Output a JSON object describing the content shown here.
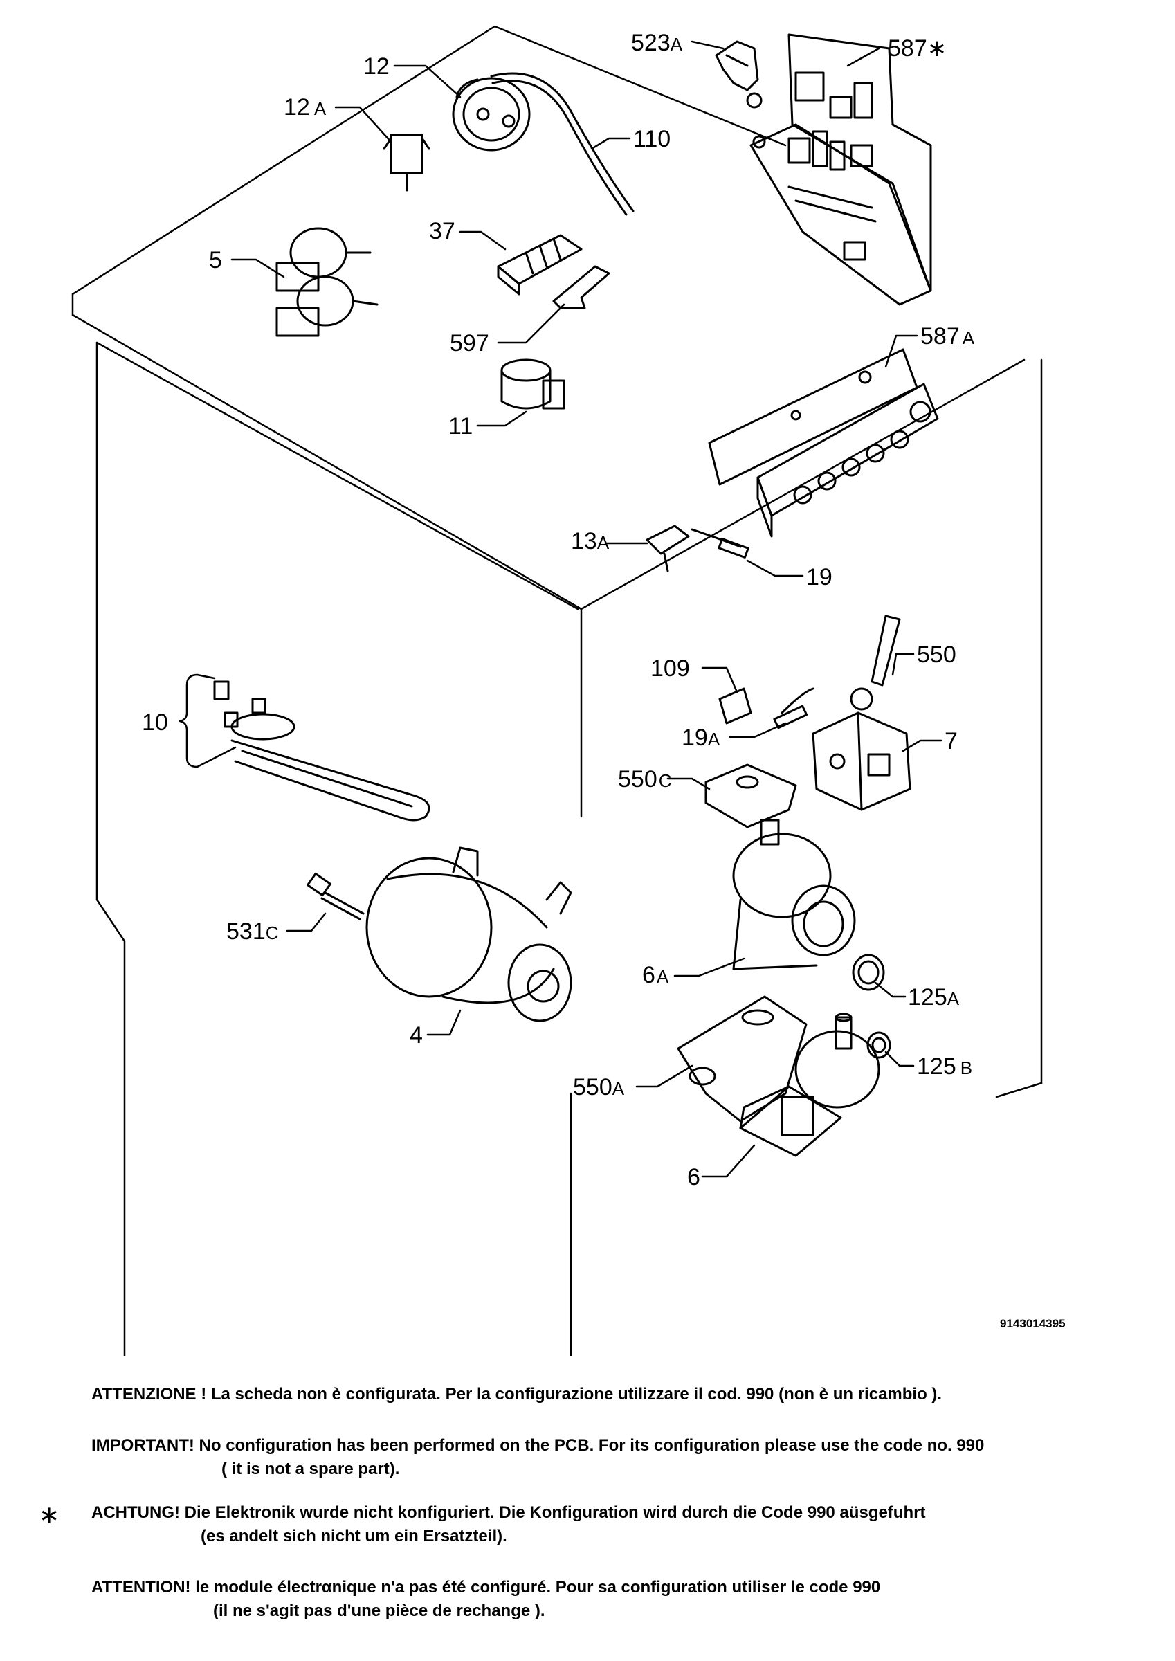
{
  "parts": [
    {
      "id": "p523A",
      "num": "523",
      "suffix": "A"
    },
    {
      "id": "p587star",
      "num": "587",
      "suffix": "∗"
    },
    {
      "id": "p12",
      "num": "12",
      "suffix": ""
    },
    {
      "id": "p12A",
      "num": "12",
      "suffix": "A"
    },
    {
      "id": "p110",
      "num": "110",
      "suffix": ""
    },
    {
      "id": "p37",
      "num": "37",
      "suffix": ""
    },
    {
      "id": "p5",
      "num": "5",
      "suffix": ""
    },
    {
      "id": "p597",
      "num": "597",
      "suffix": ""
    },
    {
      "id": "p587A",
      "num": "587",
      "suffix": "A"
    },
    {
      "id": "p11",
      "num": "11",
      "suffix": ""
    },
    {
      "id": "p13A",
      "num": "13",
      "suffix": "A"
    },
    {
      "id": "p19",
      "num": "19",
      "suffix": ""
    },
    {
      "id": "p109",
      "num": "109",
      "suffix": ""
    },
    {
      "id": "p550",
      "num": "550",
      "suffix": ""
    },
    {
      "id": "p19A",
      "num": "19",
      "suffix": "A"
    },
    {
      "id": "p10",
      "num": "10",
      "suffix": ""
    },
    {
      "id": "p7",
      "num": "7",
      "suffix": ""
    },
    {
      "id": "p550C",
      "num": "550",
      "suffix": "C"
    },
    {
      "id": "p531C",
      "num": "531",
      "suffix": "C"
    },
    {
      "id": "p6A",
      "num": "6",
      "suffix": "A"
    },
    {
      "id": "p125A",
      "num": "125",
      "suffix": "A"
    },
    {
      "id": "p4",
      "num": "4",
      "suffix": ""
    },
    {
      "id": "p125B",
      "num": "125",
      "suffix": "B"
    },
    {
      "id": "p550A",
      "num": "550",
      "suffix": "A"
    },
    {
      "id": "p6",
      "num": "6",
      "suffix": ""
    }
  ],
  "drawing_code": "9143014395",
  "notes": {
    "it": "ATTENZIONE ! La scheda non è  configurata. Per la configurazione utilizzare il cod. 990 (non è un ricambio ).",
    "en_1": "IMPORTANT! No configuration has been performed on the PCB. For its configuration please use the code no. 990",
    "en_2": "( it is not a spare part).",
    "asterisk": "∗",
    "de_1": "ACHTUNG! Die Elektronik wurde nicht konfiguriert. Die Konfiguration wird durch die Code 990 aüsgefuhrt",
    "de_2": "(es andelt sich nicht um ein Ersatzteil).",
    "fr_1": "ATTENTION! le module électrαnique n'a pas été configuré. Pour  sa configuration utiliser le code 990",
    "fr_2": "(il ne s'agit pas d'une pièce de rechange )."
  }
}
